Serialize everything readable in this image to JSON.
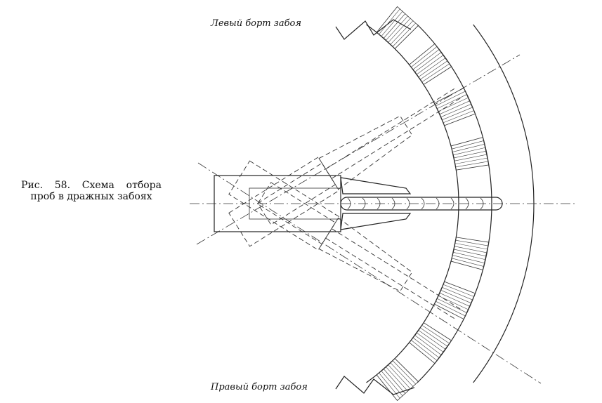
{
  "caption": "Рис. 58. Схема отбора проб в дражных забоях",
  "labels": {
    "left_side": "Левый борт забоя",
    "right_side": "Правый борт забоя"
  },
  "colors": {
    "ink": "#222222",
    "background": "#ffffff"
  }
}
